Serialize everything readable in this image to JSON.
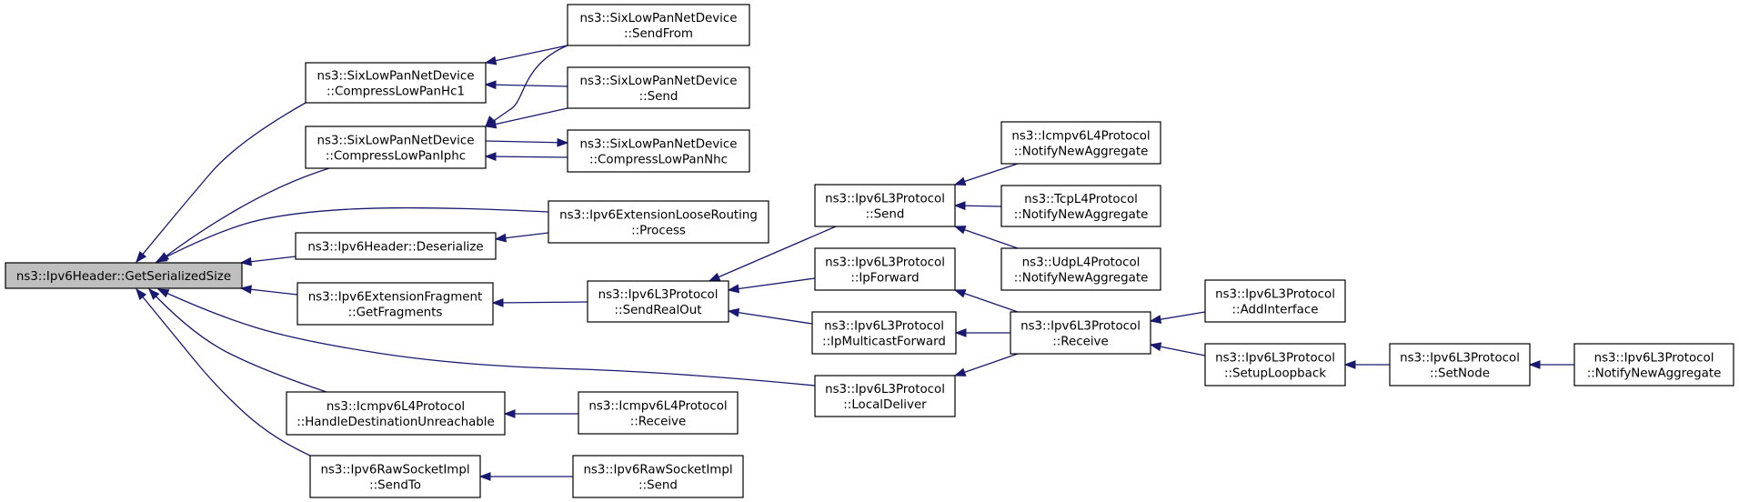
{
  "diagram": {
    "type": "call-graph",
    "colors": {
      "edge": "#191970",
      "root_fill": "#bfbfbf",
      "node_fill": "#ffffff",
      "node_border": "#000000"
    },
    "nodes": [
      {
        "id": "root",
        "lines": [
          "ns3::Ipv6Header::GetSerializedSize"
        ],
        "root": true
      },
      {
        "id": "hc1",
        "lines": [
          "ns3::SixLowPanNetDevice",
          "::CompressLowPanHc1"
        ]
      },
      {
        "id": "iphc",
        "lines": [
          "ns3::SixLowPanNetDevice",
          "::CompressLowPanIphc"
        ]
      },
      {
        "id": "deser",
        "lines": [
          "ns3::Ipv6Header::Deserialize"
        ]
      },
      {
        "id": "frag",
        "lines": [
          "ns3::Ipv6ExtensionFragment",
          "::GetFragments"
        ]
      },
      {
        "id": "icmpunreach",
        "lines": [
          "ns3::Icmpv6L4Protocol",
          "::HandleDestinationUnreachable"
        ]
      },
      {
        "id": "rawsendto",
        "lines": [
          "ns3::Ipv6RawSocketImpl",
          "::SendTo"
        ]
      },
      {
        "id": "sendfrom",
        "lines": [
          "ns3::SixLowPanNetDevice",
          "::SendFrom"
        ]
      },
      {
        "id": "slpsend",
        "lines": [
          "ns3::SixLowPanNetDevice",
          "::Send"
        ]
      },
      {
        "id": "nhc",
        "lines": [
          "ns3::SixLowPanNetDevice",
          "::CompressLowPanNhc"
        ]
      },
      {
        "id": "loose",
        "lines": [
          "ns3::Ipv6ExtensionLooseRouting",
          "::Process"
        ]
      },
      {
        "id": "realout",
        "lines": [
          "ns3::Ipv6L3Protocol",
          "::SendRealOut"
        ]
      },
      {
        "id": "icmprecv",
        "lines": [
          "ns3::Icmpv6L4Protocol",
          "::Receive"
        ]
      },
      {
        "id": "rawsend",
        "lines": [
          "ns3::Ipv6RawSocketImpl",
          "::Send"
        ]
      },
      {
        "id": "l3send",
        "lines": [
          "ns3::Ipv6L3Protocol",
          "::Send"
        ]
      },
      {
        "id": "ipfwd",
        "lines": [
          "ns3::Ipv6L3Protocol",
          "::IpForward"
        ]
      },
      {
        "id": "mcast",
        "lines": [
          "ns3::Ipv6L3Protocol",
          "::IpMulticastForward"
        ]
      },
      {
        "id": "local",
        "lines": [
          "ns3::Ipv6L3Protocol",
          "::LocalDeliver"
        ]
      },
      {
        "id": "icmpagg",
        "lines": [
          "ns3::Icmpv6L4Protocol",
          "::NotifyNewAggregate"
        ]
      },
      {
        "id": "tcpagg",
        "lines": [
          "ns3::TcpL4Protocol",
          "::NotifyNewAggregate"
        ]
      },
      {
        "id": "udpagg",
        "lines": [
          "ns3::UdpL4Protocol",
          "::NotifyNewAggregate"
        ]
      },
      {
        "id": "l3recv",
        "lines": [
          "ns3::Ipv6L3Protocol",
          "::Receive"
        ]
      },
      {
        "id": "addif",
        "lines": [
          "ns3::Ipv6L3Protocol",
          "::AddInterface"
        ]
      },
      {
        "id": "loopback",
        "lines": [
          "ns3::Ipv6L3Protocol",
          "::SetupLoopback"
        ]
      },
      {
        "id": "setnode",
        "lines": [
          "ns3::Ipv6L3Protocol",
          "::SetNode"
        ]
      },
      {
        "id": "l3agg",
        "lines": [
          "ns3::Ipv6L3Protocol",
          "::NotifyNewAggregate"
        ]
      }
    ],
    "edges": [
      {
        "from": "hc1",
        "to": "root"
      },
      {
        "from": "iphc",
        "to": "root"
      },
      {
        "from": "loose",
        "to": "root"
      },
      {
        "from": "deser",
        "to": "root"
      },
      {
        "from": "frag",
        "to": "root"
      },
      {
        "from": "local",
        "to": "root"
      },
      {
        "from": "icmpunreach",
        "to": "root"
      },
      {
        "from": "rawsendto",
        "to": "root"
      },
      {
        "from": "sendfrom",
        "to": "hc1"
      },
      {
        "from": "slpsend",
        "to": "hc1"
      },
      {
        "from": "sendfrom",
        "to": "iphc"
      },
      {
        "from": "slpsend",
        "to": "iphc"
      },
      {
        "from": "nhc",
        "to": "iphc"
      },
      {
        "from": "iphc",
        "to": "nhc"
      },
      {
        "from": "loose",
        "to": "deser"
      },
      {
        "from": "realout",
        "to": "frag"
      },
      {
        "from": "l3send",
        "to": "realout"
      },
      {
        "from": "ipfwd",
        "to": "realout"
      },
      {
        "from": "mcast",
        "to": "realout"
      },
      {
        "from": "icmprecv",
        "to": "icmpunreach"
      },
      {
        "from": "rawsend",
        "to": "rawsendto"
      },
      {
        "from": "icmpagg",
        "to": "l3send"
      },
      {
        "from": "tcpagg",
        "to": "l3send"
      },
      {
        "from": "udpagg",
        "to": "l3send"
      },
      {
        "from": "l3recv",
        "to": "ipfwd"
      },
      {
        "from": "l3recv",
        "to": "mcast"
      },
      {
        "from": "l3recv",
        "to": "local"
      },
      {
        "from": "addif",
        "to": "l3recv"
      },
      {
        "from": "loopback",
        "to": "l3recv"
      },
      {
        "from": "setnode",
        "to": "loopback"
      },
      {
        "from": "l3agg",
        "to": "setnode"
      }
    ]
  }
}
